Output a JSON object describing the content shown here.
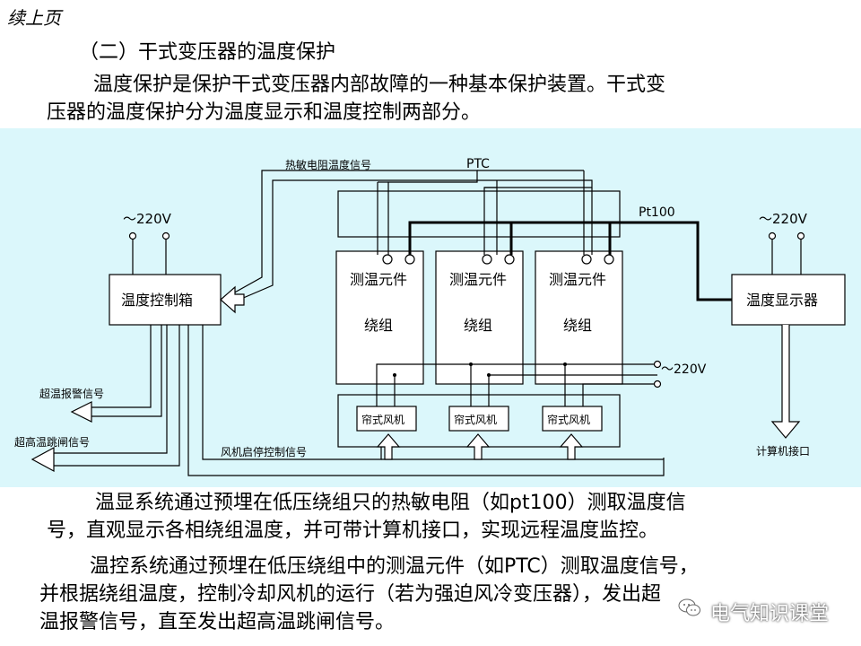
{
  "header": {
    "continued": "续上页",
    "section_title": "（二）干式变压器的温度保护"
  },
  "intro": {
    "line1": "温度保护是保护干式变压器内部故障的一种基本保护装置。干式变",
    "line2": "压器的温度保护分为温度显示和温度控制两部分。"
  },
  "diagram": {
    "thermistor_signal": "热敏电阻温度信号",
    "ptc": "PTC",
    "pt100": "Pt100",
    "ac_left": "～220V",
    "ac_right": "～220V",
    "ac_fan": "～220V",
    "control_box": "温度控制箱",
    "display": "温度显示器",
    "sensor_element": "测温元件",
    "winding": "绕组",
    "fan": "帘式风机",
    "over_temp_alarm": "超温报警信号",
    "over_temp_trip": "超高温跳闸信号",
    "fan_control_signal": "风机启停控制信号",
    "computer_interface": "计算机接口",
    "colors": {
      "panel_bg": "#dbf7fb",
      "line": "#000000"
    }
  },
  "body": {
    "p1_line1": "温显系统通过预埋在低压绕组只的热敏电阻（如pt100）测取温度信",
    "p1_line2": "号，直观显示各相绕组温度，并可带计算机接口，实现远程温度监控。",
    "p2_line1": "温控系统通过预埋在低压绕组中的测温元件（如PTC）测取温度信号，",
    "p2_line2": "并根据绕组温度，控制冷却风机的运行（若为强迫风冷变压器），发出超",
    "p2_line3": "温报警信号，直至发出超高温跳闸信号。"
  },
  "watermark": {
    "text": "电气知识课堂",
    "icon": "wechat-icon"
  }
}
